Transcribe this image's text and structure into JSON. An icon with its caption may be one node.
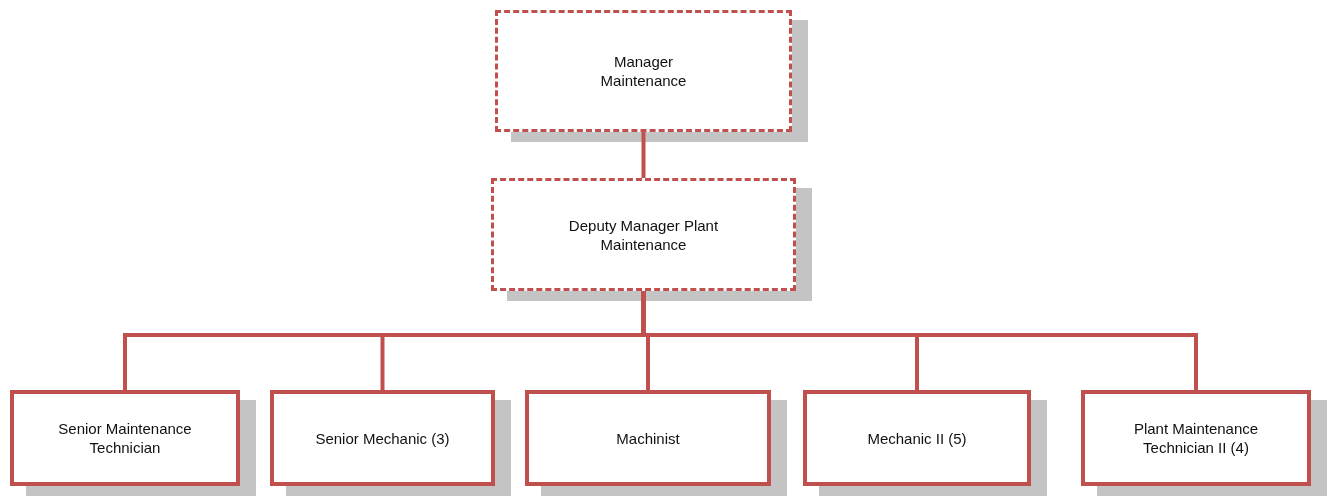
{
  "diagram": {
    "nodes": [
      {
        "text": [
          "Manager Maintenance"
        ]
      },
      {
        "text": [
          "Deputy Manager Plant Maintenance"
        ]
      },
      {
        "text": [
          "Senior Maintenance Technician"
        ]
      },
      {
        "text": [
          "Senior Mechanic (3)"
        ]
      },
      {
        "text": [
          "Machinist"
        ]
      },
      {
        "text": [
          "Mechanic II (5)"
        ]
      },
      {
        "text": [
          "Plant Maintenance Technician II (4)"
        ]
      }
    ],
    "edges": [
      {
        "from": 0,
        "to": 1,
        "arrow": "none"
      },
      {
        "from": 1,
        "to": 2,
        "arrow": "none"
      },
      {
        "from": 1,
        "to": 3,
        "arrow": "none"
      },
      {
        "from": 1,
        "to": 4,
        "arrow": "none"
      },
      {
        "from": 1,
        "to": 5,
        "arrow": "none"
      },
      {
        "from": 1,
        "to": 6,
        "arrow": "none"
      }
    ]
  }
}
